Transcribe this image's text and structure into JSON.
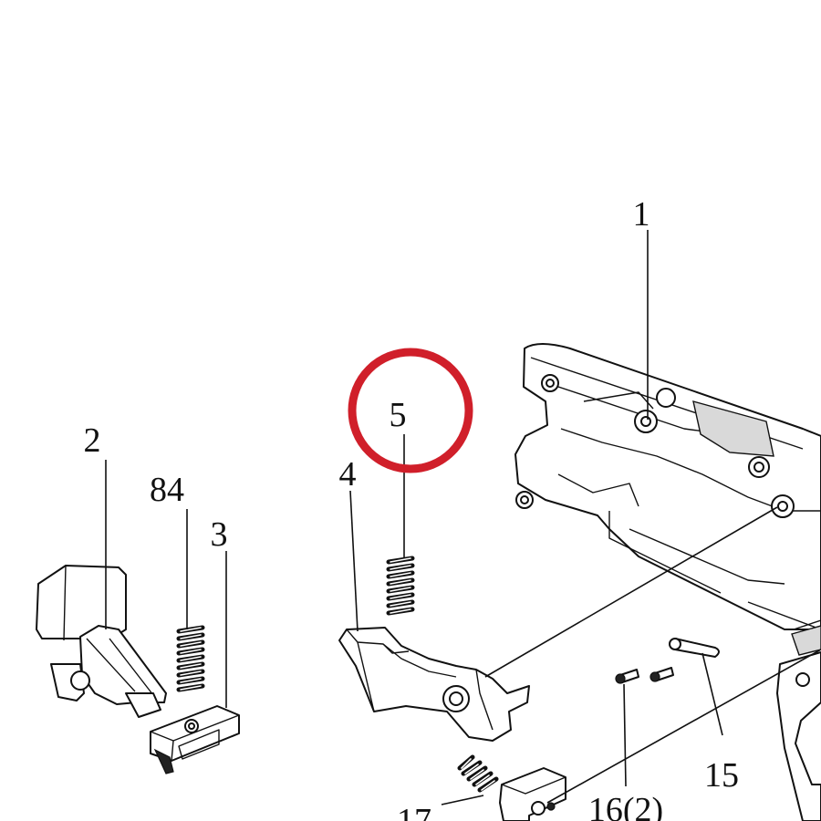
{
  "labels": {
    "l1": "1",
    "l2": "2",
    "l3": "3",
    "l4": "4",
    "l5": "5",
    "l84": "84",
    "l15": "15",
    "l16": "16(2)",
    "l17": "17"
  },
  "colors": {
    "highlight_circle": "#d01f2a",
    "line": "#111111",
    "background": "#ffffff"
  }
}
